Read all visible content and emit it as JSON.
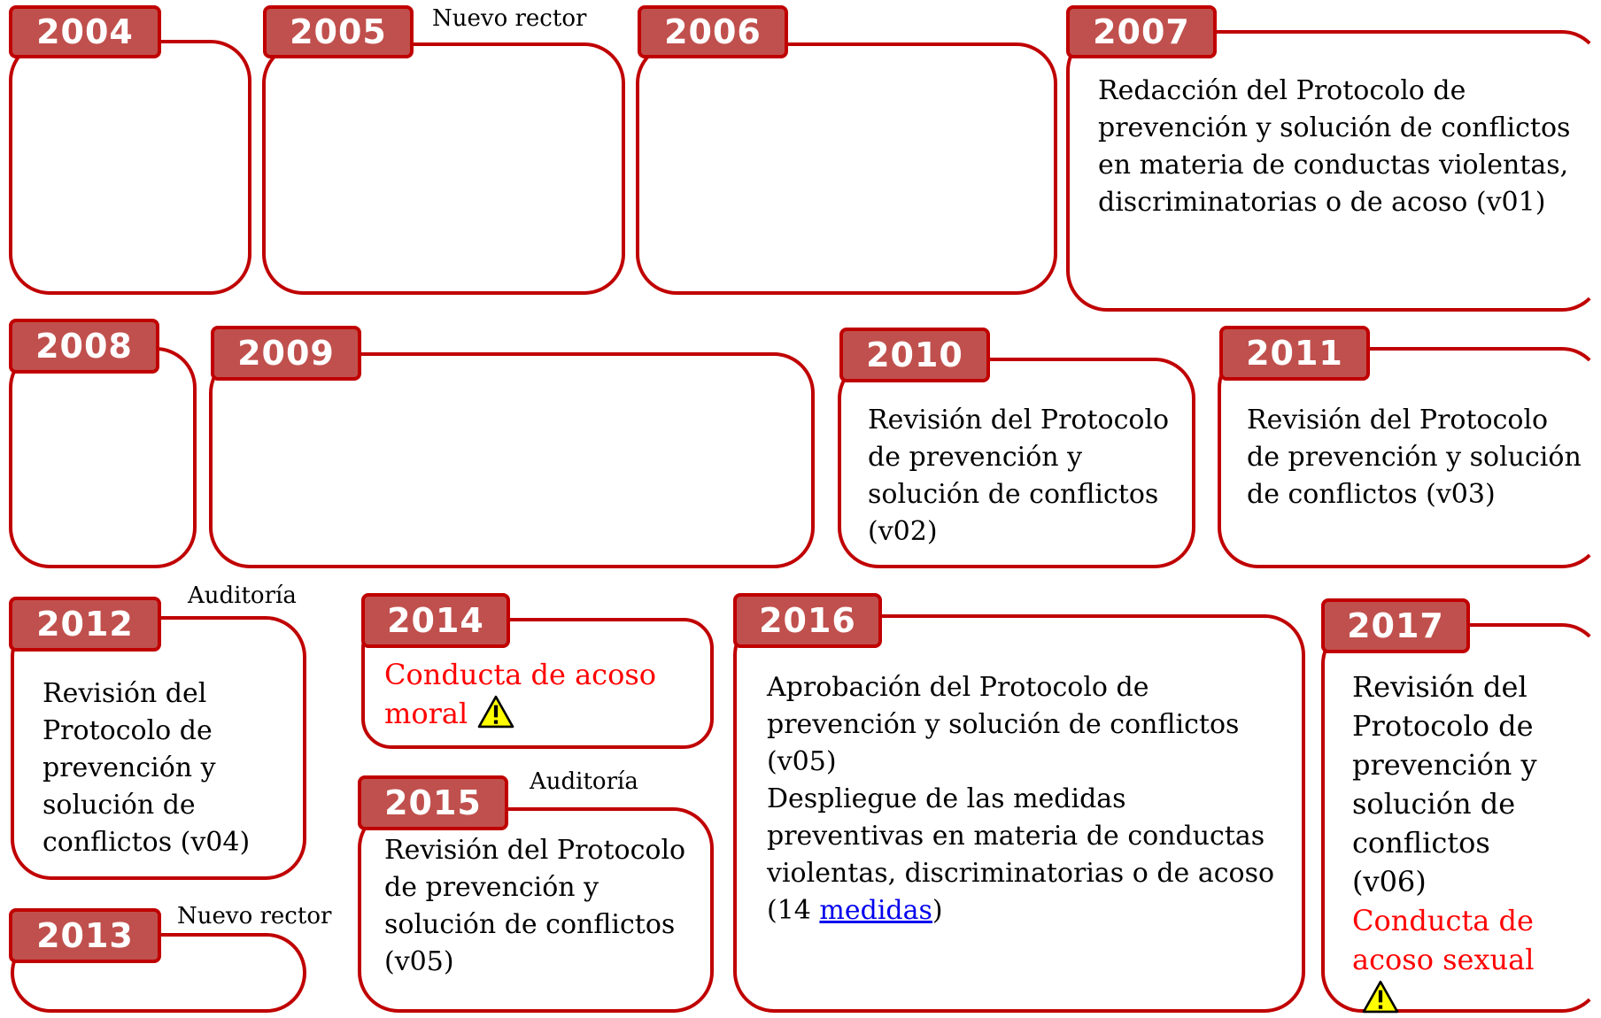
{
  "entries": {
    "y2004": {
      "year": "2004"
    },
    "y2005": {
      "year": "2005",
      "note": "Nuevo rector"
    },
    "y2006": {
      "year": "2006"
    },
    "y2007": {
      "year": "2007",
      "text": "Redacción del Protocolo de prevención y solución de conflictos en materia de conductas violentas, discriminatorias o de acoso (v01)"
    },
    "y2008": {
      "year": "2008"
    },
    "y2009": {
      "year": "2009"
    },
    "y2010": {
      "year": "2010",
      "text": "Revisión del Protocolo de prevención y solución de conflictos (v02)"
    },
    "y2011": {
      "year": "2011",
      "text": "Revisión del Protocolo de  prevención y solución de conflictos (v03)"
    },
    "y2012": {
      "year": "2012",
      "note": "Auditoría",
      "text": "Revisión del Protocolo de prevención y solución de conflictos (v04)"
    },
    "y2013": {
      "year": "2013",
      "note": "Nuevo rector"
    },
    "y2014": {
      "year": "2014",
      "alert": "Conducta de acoso moral"
    },
    "y2015": {
      "year": "2015",
      "note": "Auditoría",
      "text": "Revisión del Protocolo de prevención y solución de conflictos (v05)"
    },
    "y2016": {
      "year": "2016",
      "text1": "Aprobación del Protocolo de prevención y solución de conflictos (v05)",
      "text2_prefix": "Despliegue de las medidas preventivas en materia de conductas violentas, discriminatorias o de acoso (14 ",
      "text2_link": "medidas",
      "text2_suffix": ")"
    },
    "y2017": {
      "year": "2017",
      "text": "Revisión del Protocolo de prevención y solución de conflictos (v06)",
      "alert": "Conducta de acoso sexual"
    }
  },
  "icons": {
    "alert_icon": "warning-triangle-icon"
  },
  "colors": {
    "border": "#c00000",
    "tag_fill": "#c0504d",
    "alert_text": "#ff0000",
    "link": "#0000ee",
    "warning_fill": "#ffff00"
  }
}
